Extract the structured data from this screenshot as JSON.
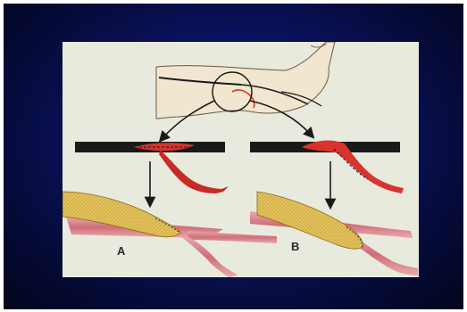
{
  "panel_labels": {
    "a": "A",
    "b": "B"
  },
  "colors": {
    "slide_background": "#0c1468",
    "plate_background": "#e8eadd",
    "vein_black": "#1a1a1a",
    "artery_red": "#d8332e",
    "graft_yellow": "#e2c25c",
    "artery_pink": "#d98a90",
    "skin": "#f1e6cf"
  },
  "icons": [
    "leg-illustration",
    "magnify-circle",
    "arrow-icon"
  ]
}
